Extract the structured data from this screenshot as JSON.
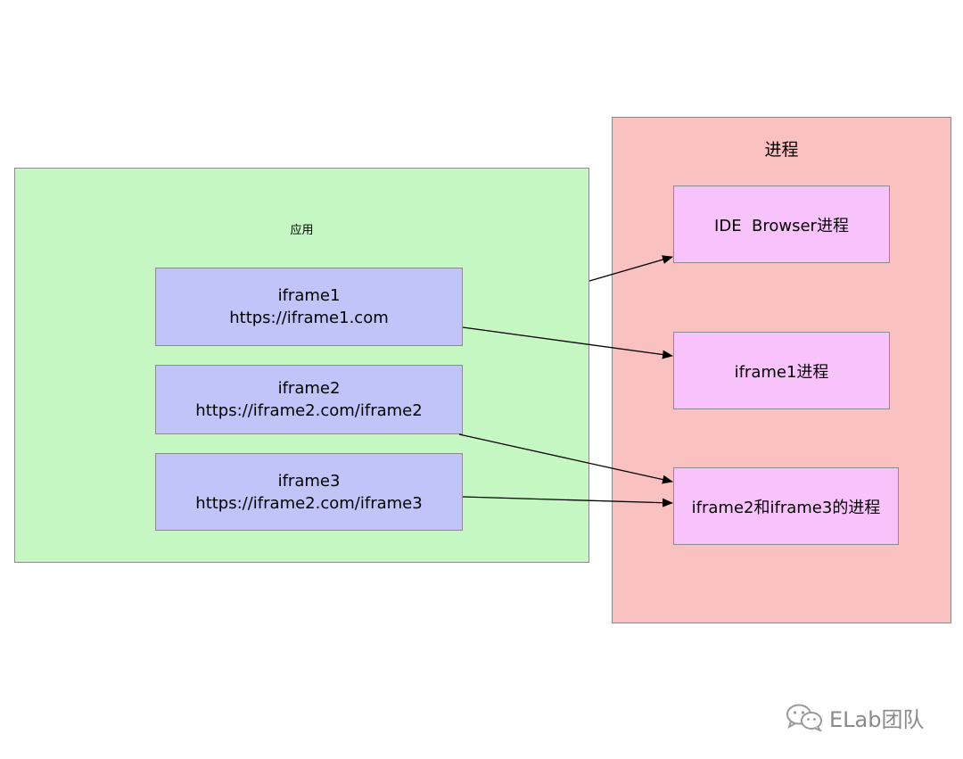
{
  "app": {
    "title": "应用",
    "iframes": [
      {
        "name": "iframe1",
        "url": "https://iframe1.com"
      },
      {
        "name": "iframe2",
        "url": "https://iframe2.com/iframe2"
      },
      {
        "name": "iframe3",
        "url": "https://iframe2.com/iframe3"
      }
    ]
  },
  "process": {
    "title": "进程",
    "items": [
      {
        "label": "IDE  Browser进程"
      },
      {
        "label": "iframe1进程"
      },
      {
        "label": "iframe2和iframe3的进程"
      }
    ]
  },
  "watermark": {
    "text": "ELab团队",
    "icon": "wechat-icon"
  },
  "colors": {
    "app_bg": "#c4f7c2",
    "process_bg": "#f9c1c0",
    "iframe_bg": "#c0c4f8",
    "process_item_bg": "#f8c2fa",
    "border": "#8c8c8c"
  }
}
